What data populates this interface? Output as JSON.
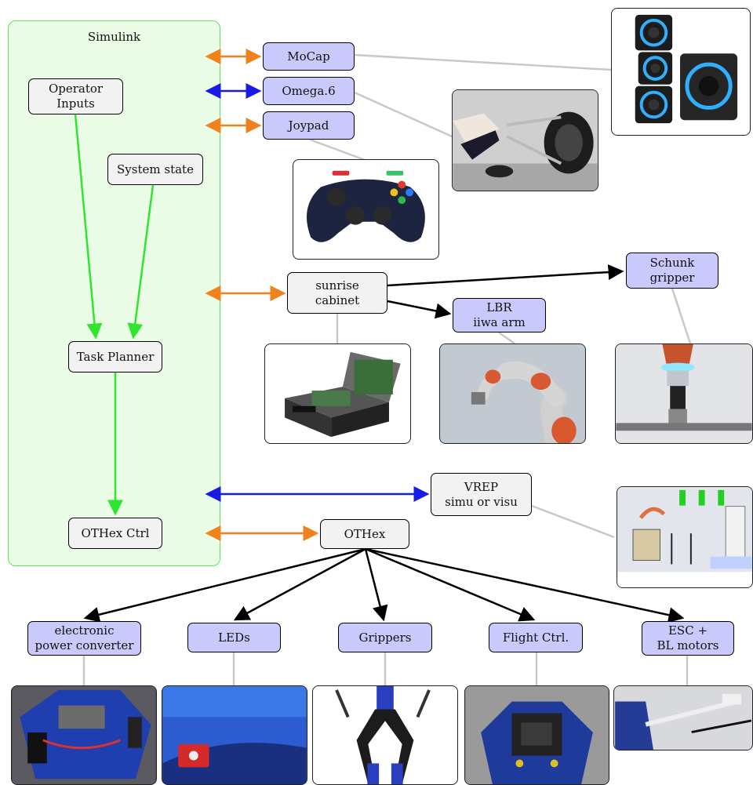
{
  "region": {
    "title": "Simulink"
  },
  "nodes": {
    "operator_inputs": "Operator\nInputs",
    "system_state": "System state",
    "task_planner": "Task Planner",
    "othex_ctrl": "OTHex Ctrl",
    "mocap": "MoCap",
    "omega6": "Omega.6",
    "joypad": "Joypad",
    "sunrise_cabinet": "sunrise\ncabinet",
    "lbr_arm": "LBR\niiwa arm",
    "schunk_gripper": "Schunk\ngripper",
    "vrep": "VREP\nsimu or visu",
    "othex": "OTHex",
    "power_converter": "electronic\npower converter",
    "leds": "LEDs",
    "grippers": "Grippers",
    "flight_ctrl": "Flight Ctrl.",
    "esc_motors": "ESC +\nBL motors"
  },
  "colors": {
    "green_arrow": "#2ee62e",
    "orange_arrow": "#f0821e",
    "blue_arrow": "#1a1ae6",
    "black_arrow": "#000000",
    "connector_gray": "#c8c8c8",
    "region_fill": "#eafbe6",
    "region_border": "#5fe35a",
    "node_gray": "#f2f2f2",
    "node_blue": "#c9c9fc"
  },
  "photos": [
    {
      "name": "mocap-cameras-photo"
    },
    {
      "name": "omega6-haptic-device-photo"
    },
    {
      "name": "joypad-photo"
    },
    {
      "name": "sunrise-cabinet-photo"
    },
    {
      "name": "lbr-iiwa-arm-photo"
    },
    {
      "name": "schunk-gripper-photo"
    },
    {
      "name": "vrep-simulation-photo"
    },
    {
      "name": "power-converter-photo"
    },
    {
      "name": "leds-photo"
    },
    {
      "name": "grippers-photo"
    },
    {
      "name": "flight-ctrl-photo"
    },
    {
      "name": "esc-motors-photo"
    }
  ]
}
